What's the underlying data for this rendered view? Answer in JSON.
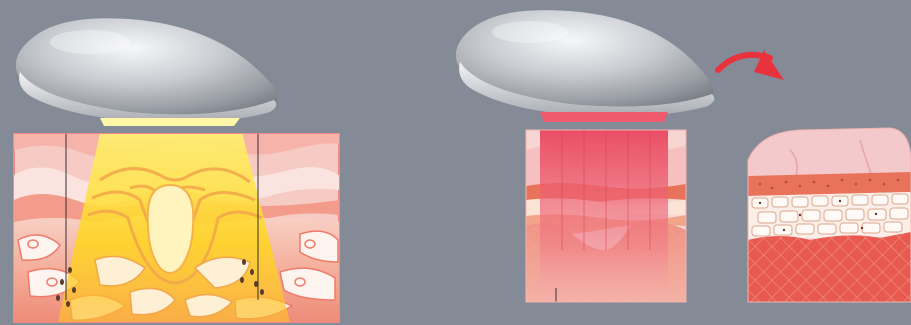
{
  "background": "#858a97",
  "colors": {
    "device_body": "#b9bcc1",
    "device_highlight": "#f3f4f6",
    "device_rim": "#e9eaec",
    "light_yellow": "#ffe23a",
    "light_red": "#ef4d5e",
    "skin_pink": "#f6c8c0",
    "skin_deep": "#e97767",
    "arrow_red": "#e8333d"
  },
  "panels": [
    {
      "icon": "handheld-device-icon",
      "light": "yellow-light-beam"
    },
    {
      "icon": "handheld-device-icon",
      "light": "red-light-beam"
    },
    {
      "icon": "curved-arrow-icon"
    },
    {
      "icon": "skin-result-cross-section"
    }
  ]
}
